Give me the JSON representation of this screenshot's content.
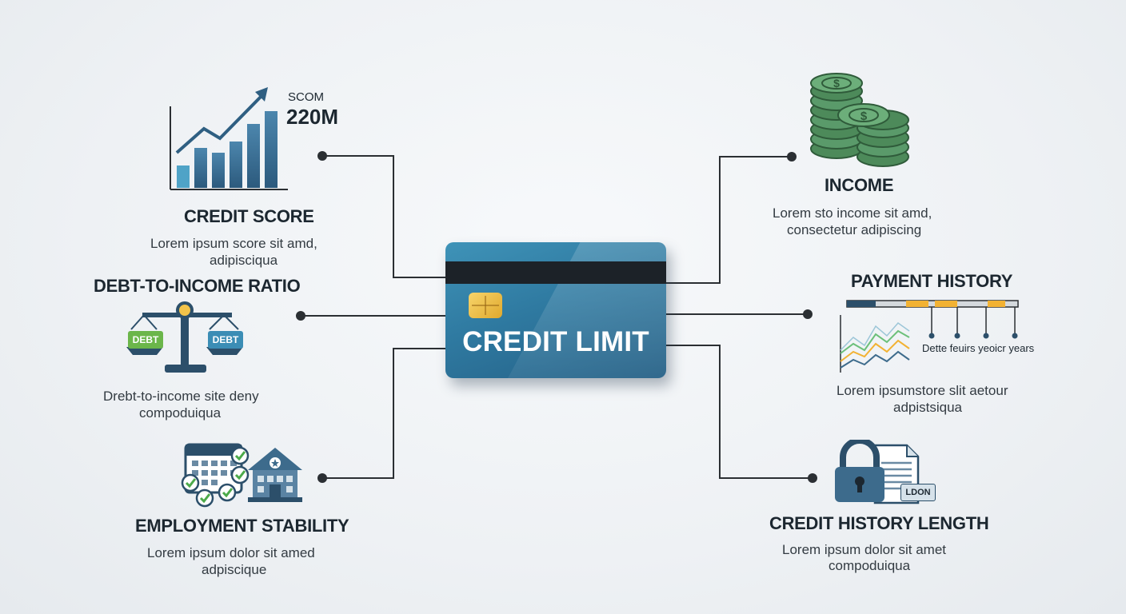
{
  "center": {
    "label": "CREDIT LIMIT"
  },
  "factors": {
    "credit_score": {
      "title": "CREDIT SCORE",
      "desc_line1": "Lorem ipsum score sit amd,",
      "desc_line2": "adipisciqua",
      "chart_small_label": "SCOM",
      "chart_big_label": "220M"
    },
    "debt_to_income": {
      "title": "DEBT-TO-INCOME RATIO",
      "desc_line1": "Drebt-to-income site deny",
      "desc_line2": "compoduiqua",
      "left_tag": "DEBT",
      "right_tag": "DEBT"
    },
    "employment": {
      "title": "EMPLOYMENT STABILITY",
      "desc_line1": "Lorem ipsum dolor sit amed",
      "desc_line2": "adpiscique"
    },
    "income": {
      "title": "INCOME",
      "desc_line1": "Lorem sto income sit amd,",
      "desc_line2": "consectetur adipiscing"
    },
    "payment_history": {
      "title": "PAYMENT HISTORY",
      "timeline_label": "Dette feuirs yeoicr years",
      "desc_line1": "Lorem ipsumstore slit aetour",
      "desc_line2": "adpistsiqua"
    },
    "credit_history": {
      "title": "CREDIT HISTORY LENGTH",
      "doc_tag": "LDON",
      "desc_line1": "Lorem ipsum dolor sit amet",
      "desc_line2": "compoduiqua"
    }
  },
  "colors": {
    "card_blue": "#2f7aa1",
    "steel_blue": "#3d6b8c",
    "money_green": "#5a9a6a",
    "accent_yellow": "#f2b233",
    "line_dark": "#2b2f33"
  },
  "icons": [
    "bar-chart-icon",
    "scale-icon",
    "calendar-icon",
    "building-icon",
    "money-stack-icon",
    "timeline-chart-icon",
    "padlock-icon",
    "document-icon",
    "card-chip-icon"
  ]
}
